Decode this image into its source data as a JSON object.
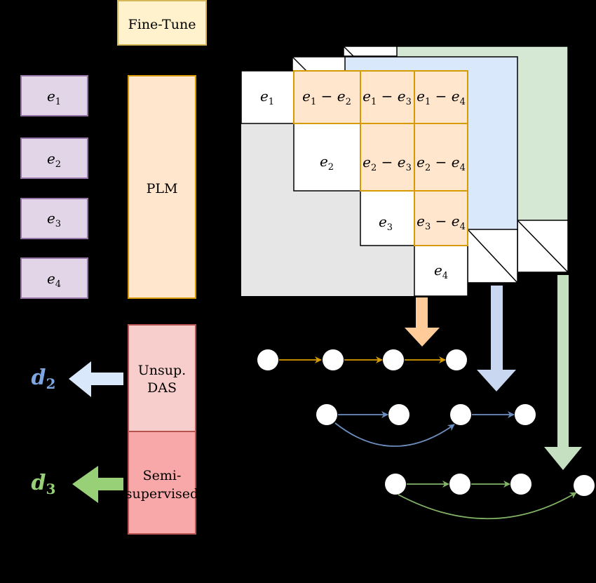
{
  "fine_tune": {
    "label": "Fine-Tune"
  },
  "embeddings": [
    {
      "base": "e",
      "sub": "1"
    },
    {
      "base": "e",
      "sub": "2"
    },
    {
      "base": "e",
      "sub": "3"
    },
    {
      "base": "e",
      "sub": "4"
    }
  ],
  "plm": {
    "label": "PLM"
  },
  "unsup_das": {
    "line1": "Unsup.",
    "line2": "DAS"
  },
  "semi": {
    "line1": "Semi-",
    "line2": "supervised"
  },
  "outputs": {
    "d2": {
      "base": "d",
      "sub": "2"
    },
    "d3": {
      "base": "d",
      "sub": "3"
    }
  },
  "matrix": {
    "diagonal": [
      "e1",
      "e2",
      "e3",
      "e4"
    ],
    "pairs": [
      [
        "1",
        "2"
      ],
      [
        "1",
        "3"
      ],
      [
        "1",
        "4"
      ],
      [
        "2",
        "3"
      ],
      [
        "2",
        "4"
      ],
      [
        "3",
        "4"
      ]
    ]
  },
  "colors": {
    "background": "#000000",
    "embedding_fill": "#e1d5e7",
    "embedding_stroke": "#9673a6",
    "plm_fill": "#ffe6cc",
    "plm_stroke": "#d79b00",
    "finetune_fill": "#fff2cc",
    "finetune_stroke": "#d6b656",
    "unsup_fill": "#f8cecc",
    "semi_fill": "#f8a8a8",
    "red_stroke": "#b85450",
    "blue_layer": "#dae8fc",
    "green_layer": "#d5e8d4",
    "gray_triangle": "#e6e6e6",
    "orange_arrow": "#ffcc99",
    "blue_arrow": "#c9d8f0",
    "green_arrow": "#c4e0c0",
    "orange_edge": "#d79b00",
    "blue_edge": "#6c8ebf",
    "green_edge": "#82b366",
    "d2_color": "#7ea6e0",
    "d3_color": "#97d077"
  }
}
